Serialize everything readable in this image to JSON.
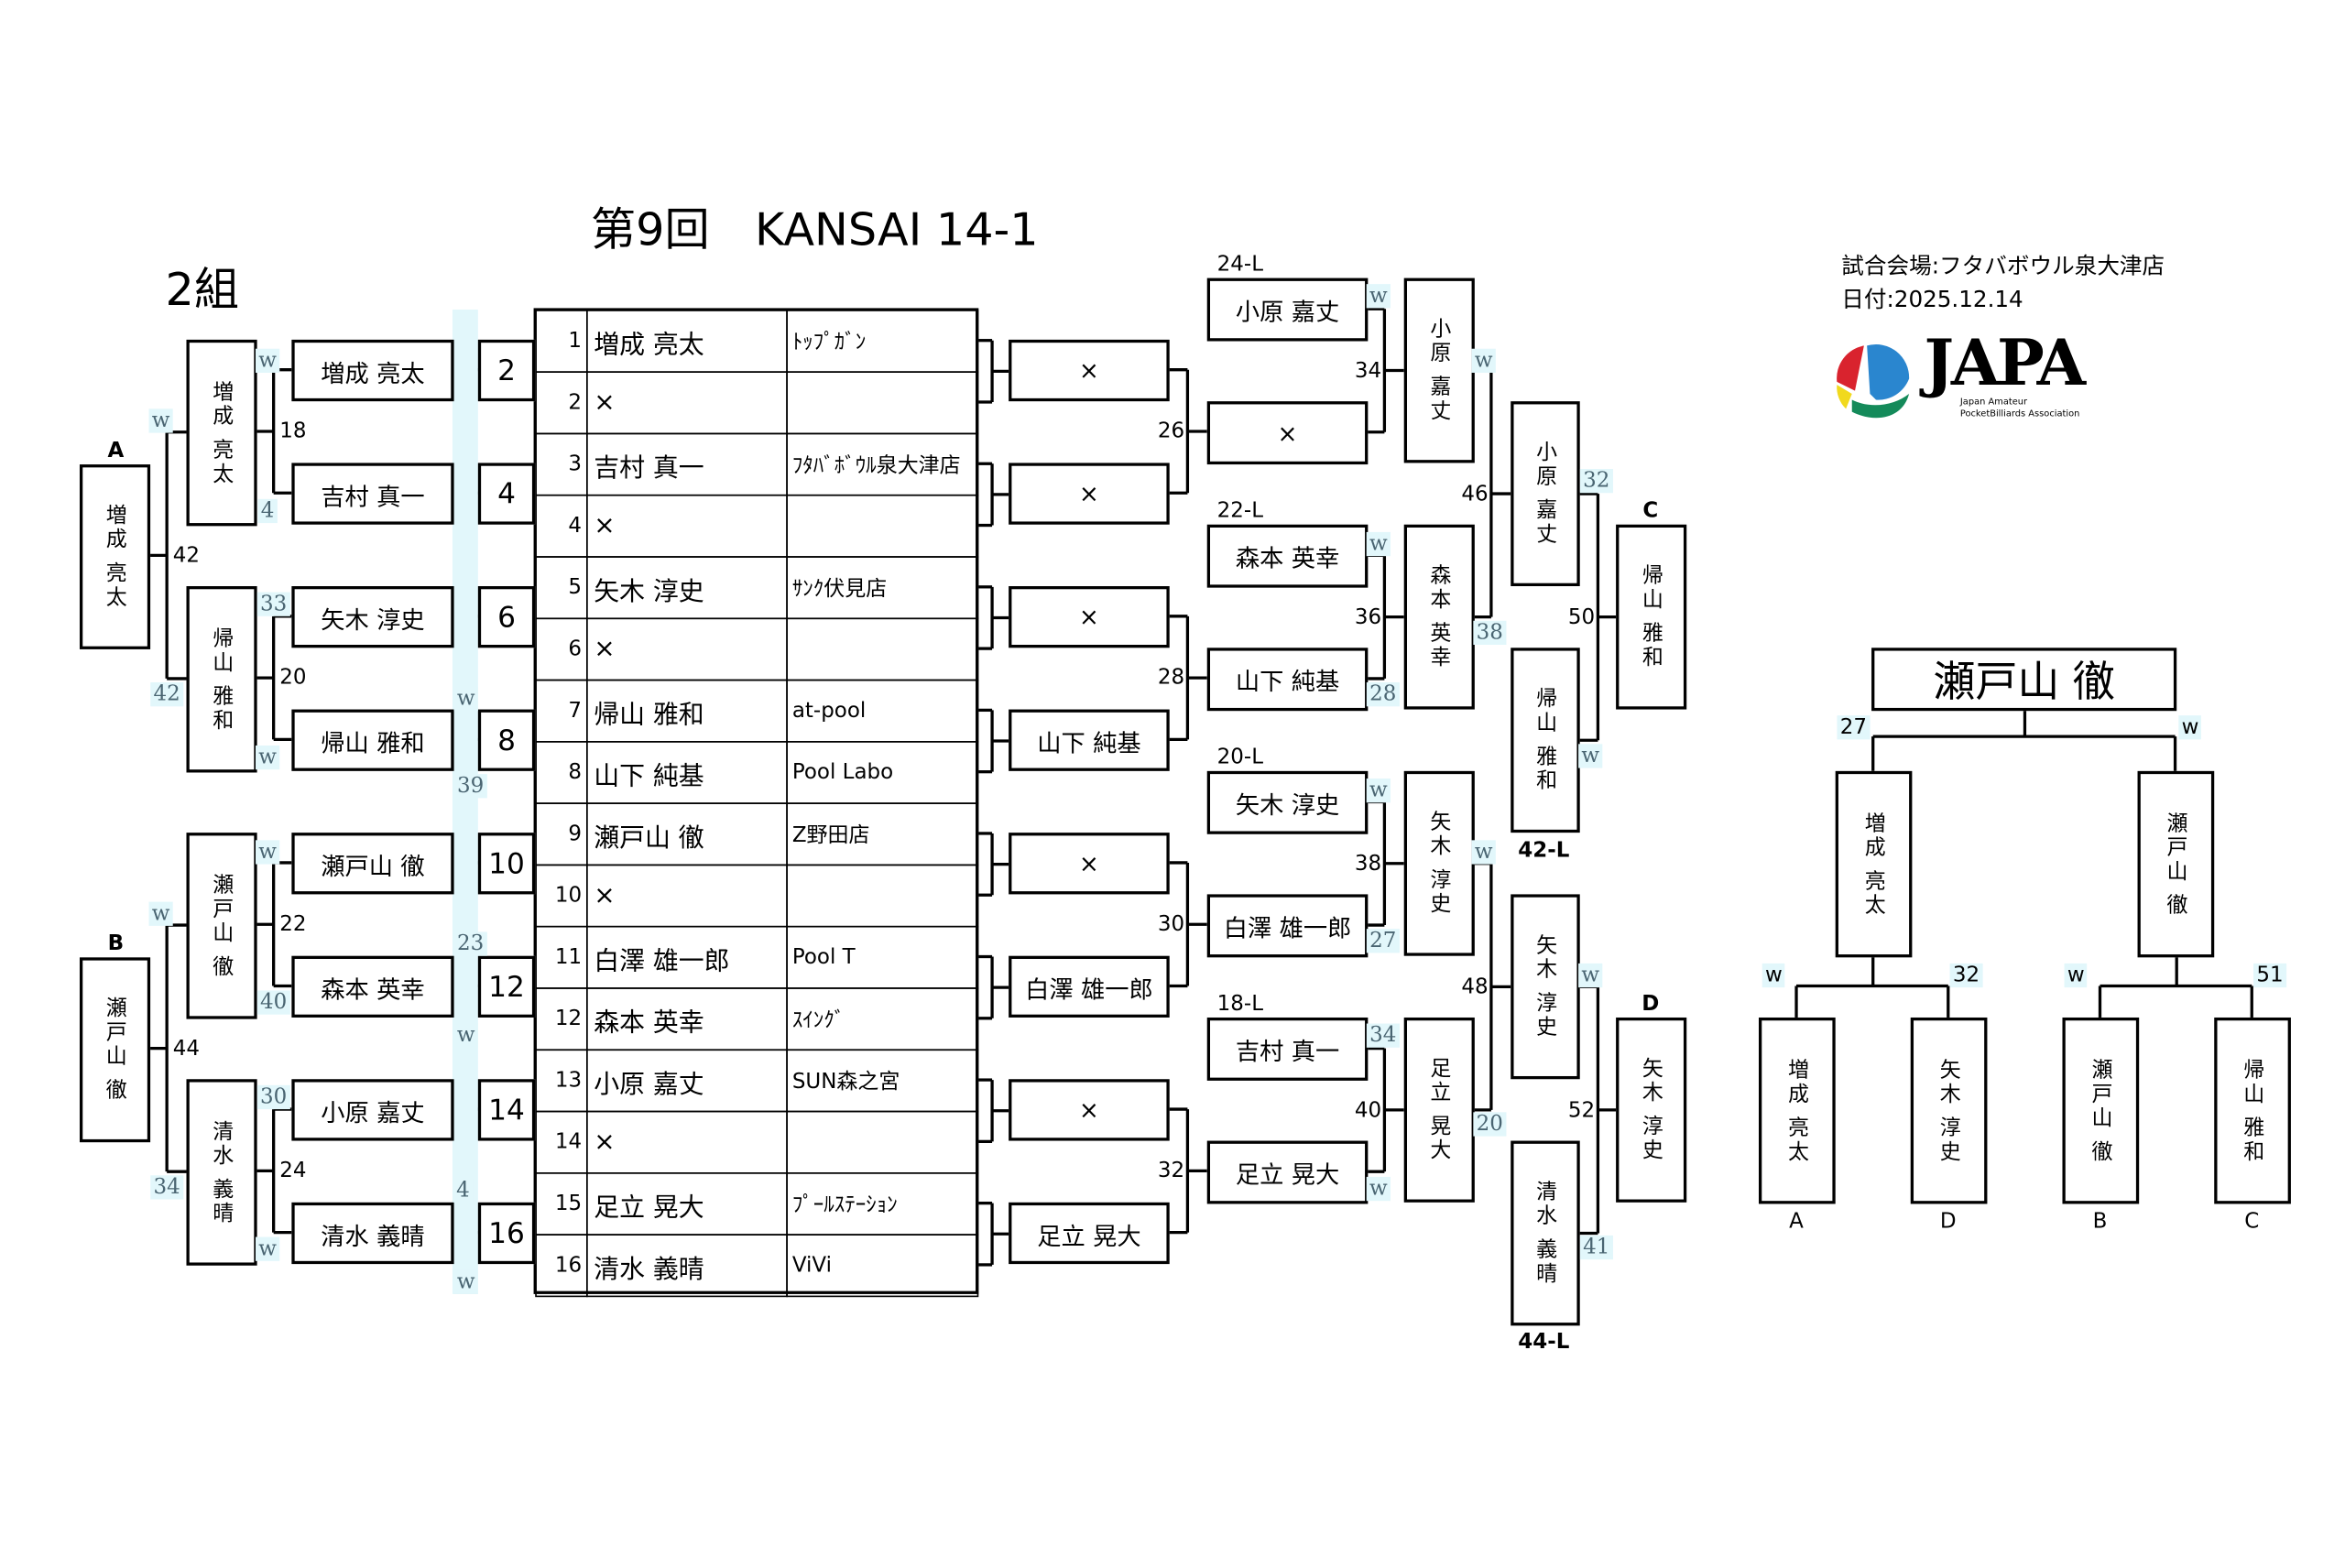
{
  "header": {
    "title": "第9回　KANSAI 14-1",
    "group": "2組",
    "venue": "試合会場:フタバボウル泉大津店",
    "date": "日付:2025.12.14",
    "logo": {
      "text": "JAPA",
      "sub1": "Japan Amateur",
      "sub2": "PocketBilliards Association"
    }
  },
  "entries": [
    {
      "no": "1",
      "name": "増成 亮太",
      "club": "ﾄｯﾌﾟｶﾞﾝ"
    },
    {
      "no": "2",
      "name": "×",
      "club": ""
    },
    {
      "no": "3",
      "name": "吉村 真一",
      "club": "ﾌﾀﾊﾞﾎﾞｳﾙ泉大津店"
    },
    {
      "no": "4",
      "name": "×",
      "club": ""
    },
    {
      "no": "5",
      "name": "矢木 淳史",
      "club": "ｻﾝｸ伏見店"
    },
    {
      "no": "6",
      "name": "×",
      "club": ""
    },
    {
      "no": "7",
      "name": "帰山 雅和",
      "club": "at-pool"
    },
    {
      "no": "8",
      "name": "山下 純基",
      "club": "Pool Labo"
    },
    {
      "no": "9",
      "name": "瀬戸山 徹",
      "club": "Z野田店"
    },
    {
      "no": "10",
      "name": "×",
      "club": ""
    },
    {
      "no": "11",
      "name": "白澤 雄一郎",
      "club": "Pool T"
    },
    {
      "no": "12",
      "name": "森本 英幸",
      "club": "ｽｲﾝｸﾞ"
    },
    {
      "no": "13",
      "name": "小原 嘉丈",
      "club": "SUN森之宮"
    },
    {
      "no": "14",
      "name": "×",
      "club": ""
    },
    {
      "no": "15",
      "name": "足立 晃大",
      "club": "ﾌﾟｰﾙｽﾃｰｼｮﾝ"
    },
    {
      "no": "16",
      "name": "清水 義晴",
      "club": "ViVi"
    }
  ],
  "winners": {
    "match_numbers": [
      "2",
      "4",
      "6",
      "8",
      "10",
      "12",
      "14",
      "16"
    ],
    "r1_names": [
      "増成 亮太",
      "吉村 真一",
      "矢木 淳史",
      "帰山 雅和",
      "瀬戸山 徹",
      "森本 英幸",
      "小原 嘉丈",
      "清水 義晴"
    ],
    "r1_scores": [
      "18",
      "20",
      "22",
      "24"
    ],
    "r2_names": [
      "増成 亮太",
      "帰山 雅和",
      "瀬戸山 徹",
      "清水 義晴"
    ],
    "r2_scores": [
      "42",
      "44"
    ],
    "qualifier_labels": [
      "A",
      "B"
    ],
    "qualifiers": [
      "増成 亮太",
      "瀬戸山 徹"
    ],
    "marks": [
      "w",
      "4",
      "33",
      "w",
      "w",
      "40",
      "30",
      "w",
      "w",
      "42",
      "w",
      "34",
      "w",
      "39",
      "23",
      "w",
      "4",
      "w"
    ]
  },
  "losers": {
    "r1_names": [
      "×",
      "×",
      "×",
      "山下 純基",
      "×",
      "白澤 雄一郎",
      "×",
      "足立 晃大"
    ],
    "r1_scores": [
      "26",
      "28",
      "30",
      "32"
    ],
    "r2_drop_labels": [
      "24-L",
      "22-L",
      "20-L",
      "18-L"
    ],
    "r2_names": [
      "小原 嘉丈",
      "×",
      "森本 英幸",
      "山下 純基",
      "矢木 淳史",
      "白澤 雄一郎",
      "吉村 真一",
      "足立 晃大"
    ],
    "r2_scores": [
      "34",
      "36",
      "38",
      "40"
    ],
    "r3_names": [
      "小原 嘉丈",
      "森本 英幸",
      "矢木 淳史",
      "足立 晃大"
    ],
    "r3_scores": [
      "46",
      "48"
    ],
    "r4_names": [
      "小原 嘉丈",
      "帰山 雅和",
      "矢木 淳史",
      "清水 義晴"
    ],
    "r4_drop_labels": [
      "42-L",
      "44-L"
    ],
    "r4_scores": [
      "50",
      "52"
    ],
    "qualifier_labels": [
      "C",
      "D"
    ],
    "qualifiers": [
      "帰山 雅和",
      "矢木 淳史"
    ],
    "marks": [
      "w",
      "w",
      "28",
      "w",
      "27",
      "34",
      "w",
      "w",
      "38",
      "w",
      "20",
      "32",
      "w",
      "w",
      "41"
    ]
  },
  "finals": {
    "champion": "瀬戸山 徹",
    "final_marks": [
      "27",
      "w"
    ],
    "semis": [
      "増成 亮太",
      "瀬戸山 徹"
    ],
    "semi_marks": [
      "w",
      "32",
      "w",
      "51"
    ],
    "quarter_names": [
      "増成 亮太",
      "矢木 淳史",
      "瀬戸山 徹",
      "帰山 雅和"
    ],
    "seeds": [
      "A",
      "D",
      "B",
      "C"
    ]
  }
}
